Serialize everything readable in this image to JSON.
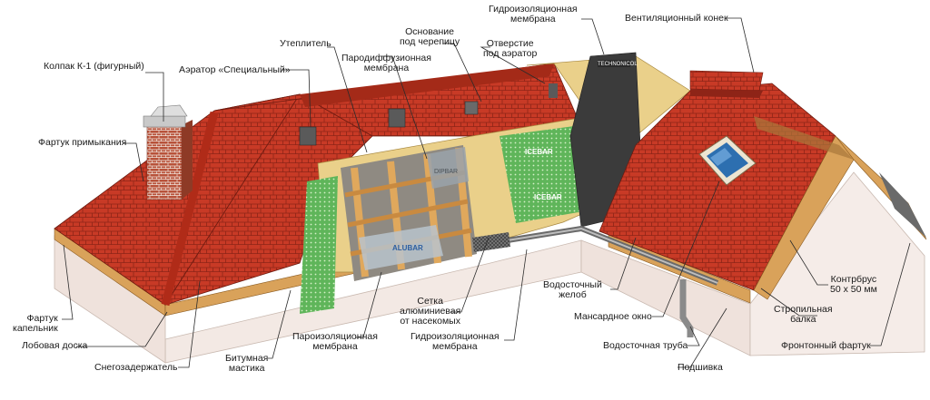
{
  "labels": {
    "kolpak": "Колпак К-1 (фигурный)",
    "aerator": "Аэратор «Специальный»",
    "uteplitel": "Утеплитель",
    "paradiff_1": "Пародиффузионная",
    "paradiff_2": "мембрана",
    "osnovanie_1": "Основание",
    "osnovanie_2": "под черепицу",
    "otverstie_1": "Отверстие",
    "otverstie_2": "под аэратор",
    "gidro_top_1": "Гидроизоляционная",
    "gidro_top_2": "мембрана",
    "vent_konek": "Вентиляционный конек",
    "fartuk_primykaniya": "Фартук примыкания",
    "fartuk_kapelnik_1": "Фартук",
    "fartuk_kapelnik_2": "капельник",
    "lobovaya": "Лобовая доска",
    "snegozaderzhatel": "Снегозадержатель",
    "bitum_1": "Битумная",
    "bitum_2": "мастика",
    "paroizol_1": "Пароизоляционная",
    "paroizol_2": "мембрана",
    "setka_1": "Сетка",
    "setka_2": "алюминиевая",
    "setka_3": "от насекомых",
    "gidro_bot_1": "Гидроизоляционная",
    "gidro_bot_2": "мембрана",
    "vodostok_zhelob_1": "Водосточный",
    "vodostok_zhelob_2": "желоб",
    "mansard": "Мансардное окно",
    "vodostok_truba": "Водосточная труба",
    "podshivka": "Подшивка",
    "kontrbrus_1": "Контрбрус",
    "kontrbrus_2": "50 х 50 мм",
    "stropil_1": "Стропильная",
    "stropil_2": "балка",
    "frontonny": "Фронтонный фартук"
  },
  "membrane_marks": {
    "icebar": "ICEBAR",
    "technonicol": "TECHNONICOL",
    "alubar": "ALUBAR",
    "dipbar": "DIPBAR"
  },
  "colors": {
    "tile": "#c83a26",
    "tile_dark": "#8e2417",
    "osb": "#ead08a",
    "timber": "#d9a25a",
    "membrane_green": "#5fb55a",
    "membrane_dark": "#3b3b3b",
    "wall": "#f3e9e4",
    "brick": "#a8452f"
  }
}
